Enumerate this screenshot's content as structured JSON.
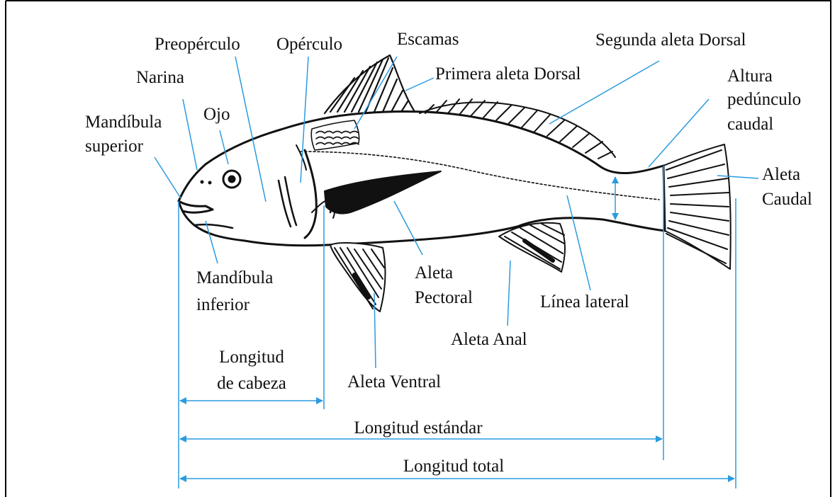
{
  "labels": {
    "preoperculo": "Preopérculo",
    "operculo": "Opérculo",
    "escamas": "Escamas",
    "segunda_dorsal": "Segunda aleta Dorsal",
    "narina": "Narina",
    "primera_dorsal": "Primera aleta Dorsal",
    "altura_1": "Altura",
    "altura_2": "pedúnculo",
    "altura_3": "caudal",
    "ojo": "Ojo",
    "mand_sup_1": "Mandíbula",
    "mand_sup_2": "superior",
    "caudal_1": "Aleta",
    "caudal_2": "Caudal",
    "mand_inf_1": "Mandíbula",
    "mand_inf_2": "inferior",
    "pectoral_1": "Aleta",
    "pectoral_2": "Pectoral",
    "linea_lateral": "Línea lateral",
    "anal": "Aleta Anal",
    "long_cabeza_1": "Longitud",
    "long_cabeza_2": "de cabeza",
    "ventral": "Aleta Ventral",
    "long_estandar": "Longitud estándar",
    "long_total": "Longitud total"
  },
  "colors": {
    "leader_line": "#2b9be0",
    "fish_ink": "#111111",
    "text": "#111111",
    "frame": "#000000"
  }
}
